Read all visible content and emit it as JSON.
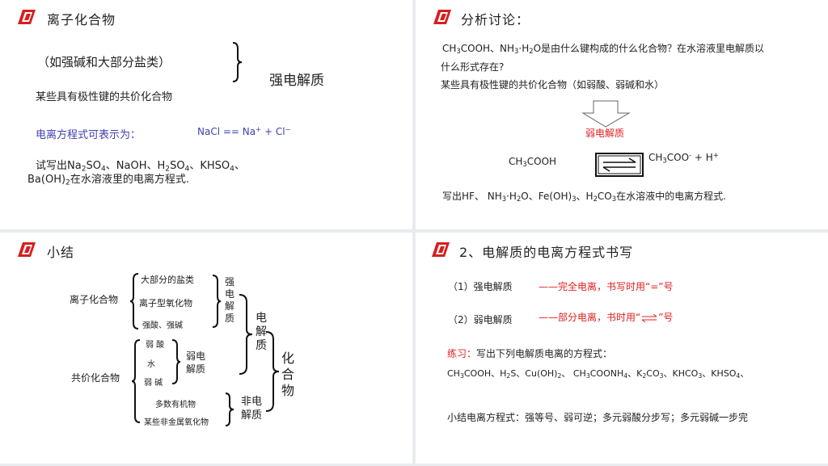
{
  "panel1": {
    "title": "离子化合物",
    "line1": "（如强碱和大部分盐类）",
    "strong": "强电解质",
    "line2": "某些具有极性键的共价化合物",
    "eq_label": "电离方程式可表示为：",
    "eq_a": "NaCl  == Na",
    "eq_sup1": "+",
    "eq_b": " + Cl",
    "eq_sup2": "−",
    "ex_a": "试写出Na",
    "ex_sub1": "2",
    "ex_b": "SO",
    "ex_sub2": "4",
    "ex_c": "、NaOH、H",
    "ex_sub3": "2",
    "ex_d": "SO",
    "ex_sub4": "4",
    "ex_e": "、KHSO",
    "ex_sub5": "4",
    "ex_f": "、",
    "ex2_a": "Ba(OH)",
    "ex2_sub": "2",
    "ex2_b": "在水溶液里的电离方程式."
  },
  "panel2": {
    "title": "分析讨论：",
    "q1_a": "CH",
    "q1_sub1": "3",
    "q1_b": "COOH、NH",
    "q1_sub2": "3",
    "q1_c": "·H",
    "q1_sub3": "2",
    "q1_d": "O是由什么键构成的什么化合物？在水溶液里电解质以",
    "q2": "什么形式存在?",
    "q3": "某些具有极性键的共价化合物（如弱酸、弱碱和水）",
    "weak": "弱电解质",
    "left_a": "CH",
    "left_sub": "3",
    "left_b": "COOH",
    "right_a": "CH",
    "right_sub": "3",
    "right_b": "COO",
    "right_sup1": "-",
    "right_c": " +  H",
    "right_sup2": "+",
    "w_a": "写出HF、 NH",
    "w_sub1": "3",
    "w_b": "·H",
    "w_sub2": "2",
    "w_c": "O、Fe(OH)",
    "w_sub3": "3",
    "w_d": "、H",
    "w_sub4": "2",
    "w_e": "CO",
    "w_sub5": "3",
    "w_f": "在水溶液中的电离方程式."
  },
  "panel3": {
    "title": "小结",
    "ionic": "离子化合物",
    "covalent": "共价化合物",
    "i1": "大部分的盐类",
    "i2": "离子型氧化物",
    "i3": "强酸、强碱",
    "c1": "弱 酸",
    "c2": "水",
    "c3": "弱 碱",
    "c4": "多数有机物",
    "c5": "某些非金属氧化物",
    "strong_v": "强电解质",
    "weak_v": "弱电\n解质",
    "electro_v": "电解质",
    "compound_v": "化合物",
    "non_v": "非电\n解质"
  },
  "panel4": {
    "title": "2、电解质的电离方程式书写",
    "r1_label": "（1）强电解质",
    "r1_note": "——完全电离，书写时用“=”号",
    "r2_label": "（2）弱电解质",
    "r2_note": "——部分电离，书时用“",
    "r2_note_end": "”号",
    "ex_label": "练习：",
    "ex_text": "写出下列电解质电离的方程式：",
    "f_a": "CH",
    "f_s1": "3",
    "f_b": "COOH、H",
    "f_s2": "2",
    "f_c": "S、Cu(OH)",
    "f_s3": "2",
    "f_d": "、 CH",
    "f_s4": "3",
    "f_e": "COONH",
    "f_s5": "4",
    "f_f": "、K",
    "f_s6": "2",
    "f_g": "CO",
    "f_s7": "3",
    "f_h": "、KHCO",
    "f_s8": "3",
    "f_i": "、KHSO",
    "f_s9": "4",
    "f_j": "、",
    "summary": "小结电离方程式：强等号、弱可逆；多元弱酸分步写；多元弱碱一步完"
  },
  "colors": {
    "accent": "#d71e1e",
    "blue": "#4040b0",
    "red": "#e02020"
  }
}
